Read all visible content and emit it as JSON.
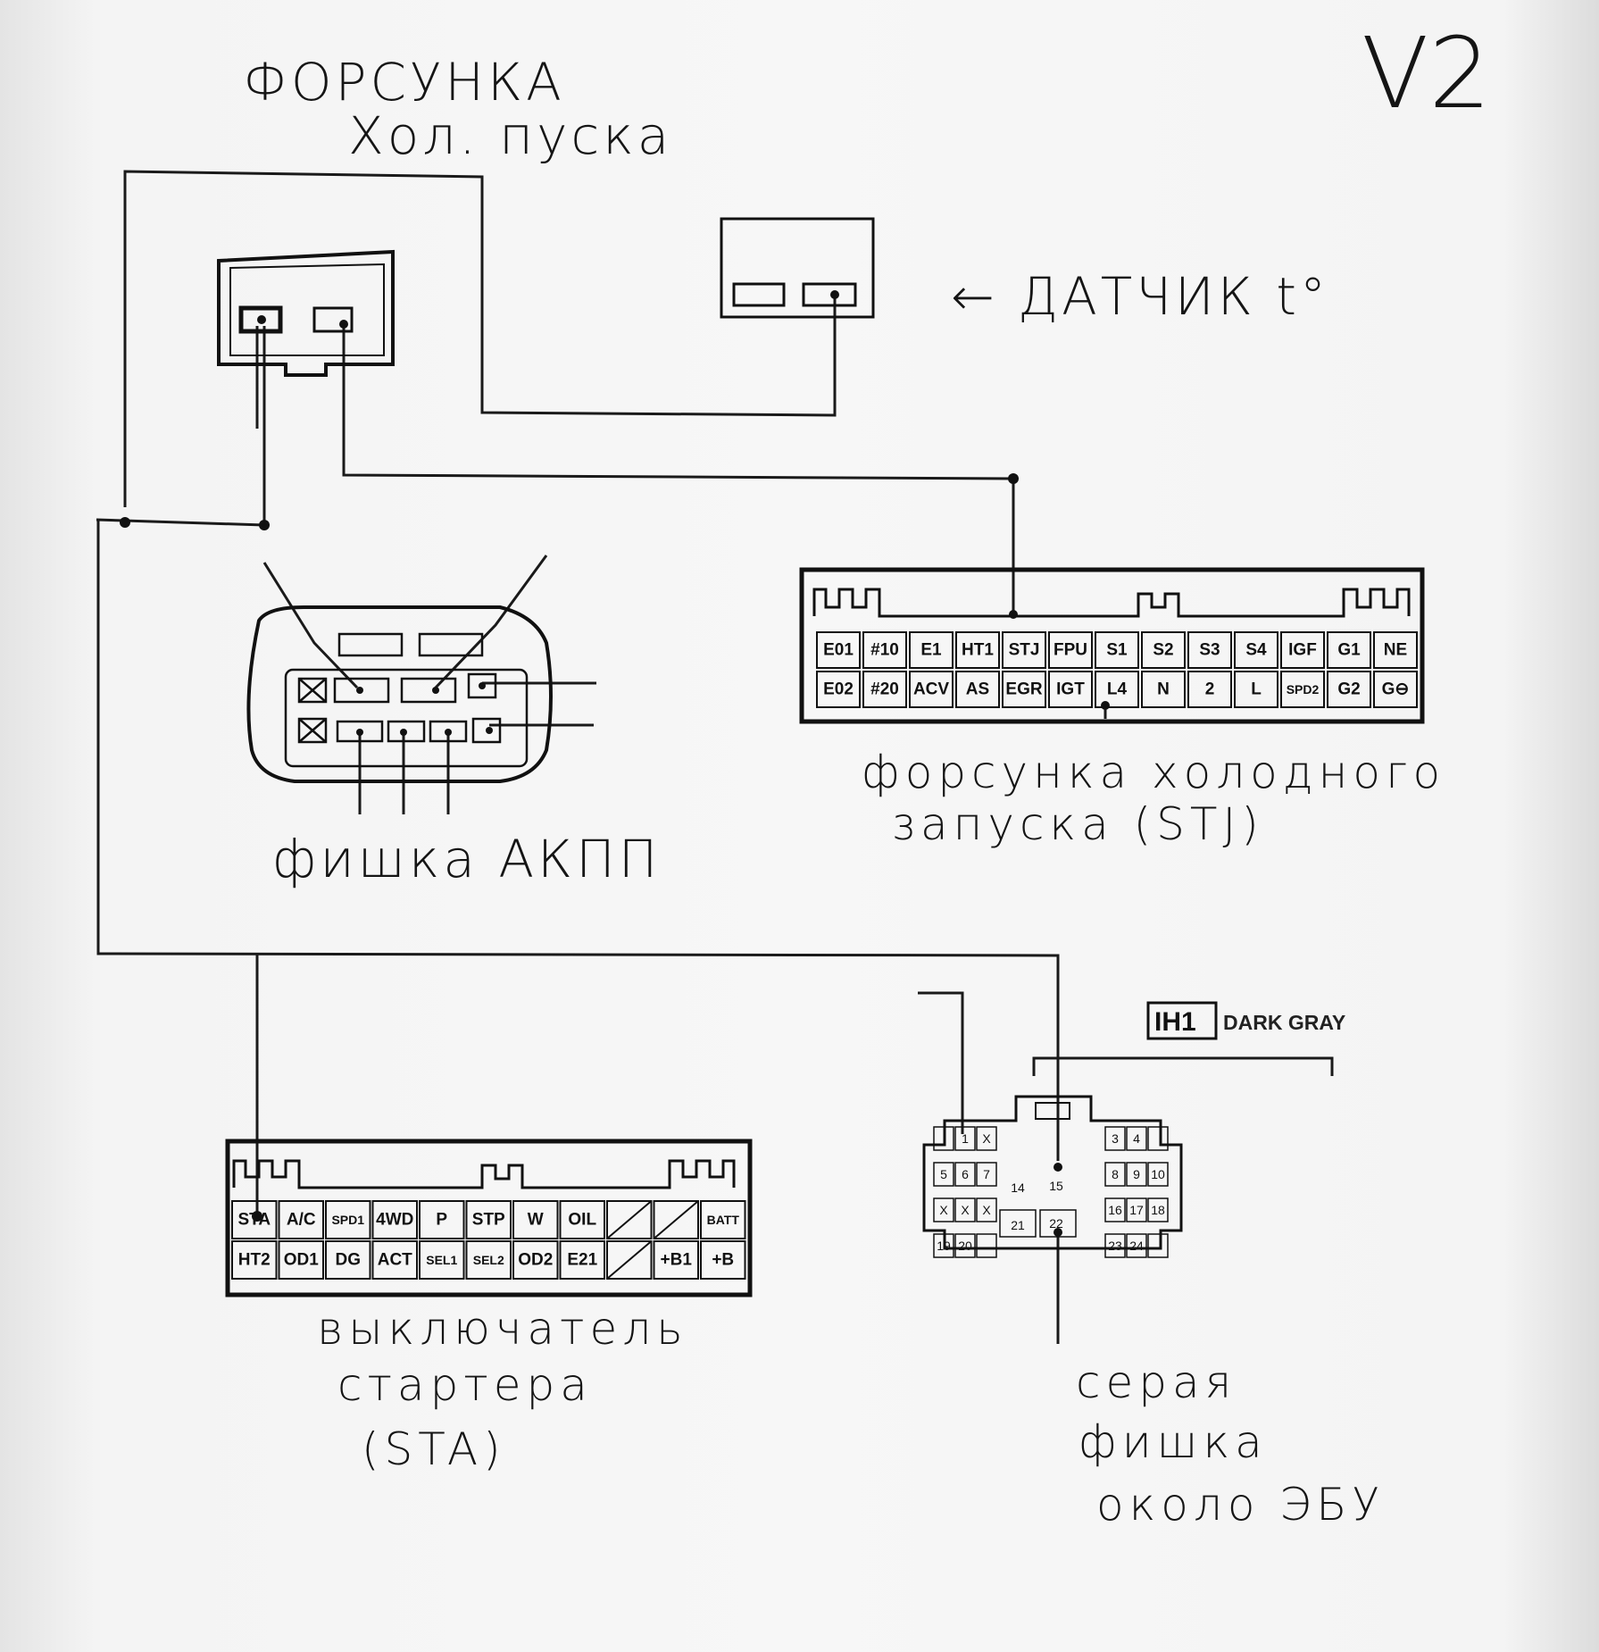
{
  "title_mark": "V2",
  "labels": {
    "cold_start_injector": [
      "ФОРСУНКА",
      "Хол. пуска"
    ],
    "temp_sensor": "← ДАТЧИК t°",
    "akpp_connector": "фишка АКПП",
    "stj_caption": [
      "форсунка холодного",
      "запуска (STJ)"
    ],
    "sta_caption": [
      "выключатель",
      "стартера",
      "(STA)"
    ],
    "gray_connector": [
      "серая",
      "фишка",
      "около ЭБУ"
    ]
  },
  "ecu_connector_top": {
    "row1": [
      "E01",
      "#10",
      "E1",
      "HT1",
      "STJ",
      "FPU",
      "S1",
      "S2",
      "S3",
      "S4",
      "IGF",
      "G1",
      "NE"
    ],
    "row2": [
      "E02",
      "#20",
      "ACV",
      "AS",
      "EGR",
      "IGT",
      "L4",
      "N",
      "2",
      "L",
      "SPD2",
      "G2",
      "G⊖"
    ]
  },
  "ecu_connector_bottom": {
    "row1": [
      "STA",
      "A/C",
      "SPD1",
      "4WD",
      "P",
      "STP",
      "W",
      "OIL",
      "",
      "",
      "BATT"
    ],
    "row2": [
      "HT2",
      "OD1",
      "DG",
      "ACT",
      "SEL1",
      "SEL2",
      "OD2",
      "E21",
      "",
      "+B1",
      "+B"
    ]
  },
  "gray_plug": {
    "code": "IH1",
    "color_name": "DARK GRAY",
    "left_block": [
      [
        "",
        "1",
        "X"
      ],
      [
        "5",
        "6",
        "7"
      ],
      [
        "X",
        "X",
        "X"
      ],
      [
        "19",
        "20",
        ""
      ]
    ],
    "right_block": [
      [
        "3",
        "4",
        ""
      ],
      [
        "8",
        "9",
        "10"
      ],
      [
        "16",
        "17",
        "18"
      ],
      [
        "23",
        "24",
        ""
      ]
    ],
    "center": [
      "14",
      "15",
      "21",
      "22"
    ]
  }
}
